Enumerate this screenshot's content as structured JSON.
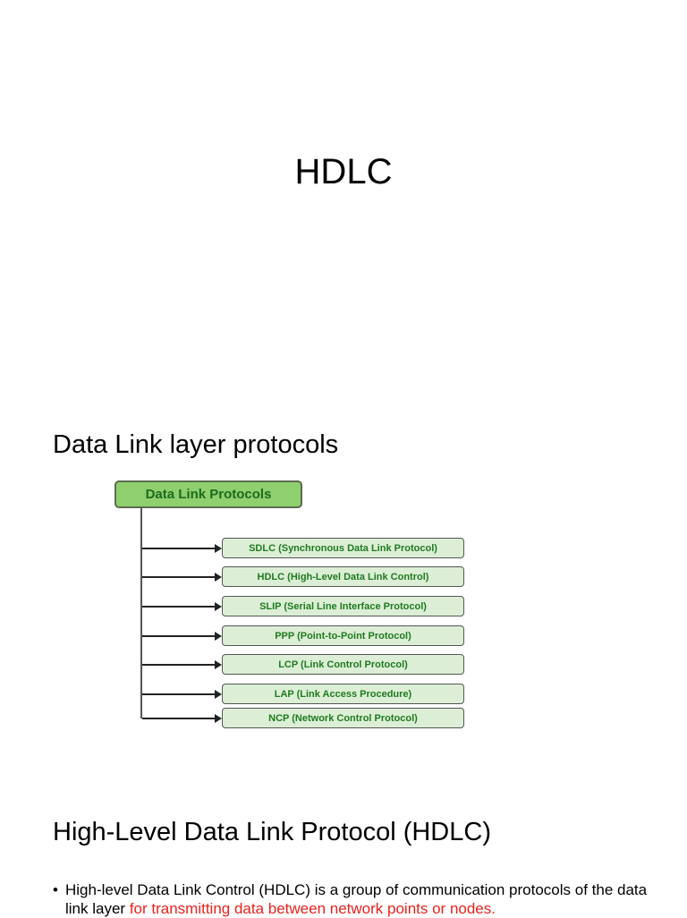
{
  "slides": [
    {
      "title": "HDLC"
    },
    {
      "heading": "Data Link layer protocols",
      "diagram": {
        "root": "Data Link Protocols",
        "children": [
          "SDLC (Synchronous Data Link Protocol)",
          "HDLC (High-Level Data Link Control)",
          "SLIP (Serial Line Interface Protocol)",
          "PPP (Point-to-Point Protocol)",
          "LCP (Link Control Protocol)",
          "LAP (Link Access Procedure)",
          "NCP (Network Control Protocol)"
        ]
      }
    },
    {
      "heading": "High-Level Data Link Protocol (HDLC)",
      "bullets": [
        {
          "bullet_symbol": "•",
          "text_plain": "High-level Data Link Control (HDLC) is a group of communication protocols of the data link layer ",
          "text_highlight": "for transmitting data between network points or nodes."
        }
      ]
    }
  ],
  "colors": {
    "root_box_fill": "#8fcf6e",
    "child_box_fill": "#dcefd6",
    "diagram_text": "#1f7a1f",
    "highlight_text": "#e8221c"
  }
}
